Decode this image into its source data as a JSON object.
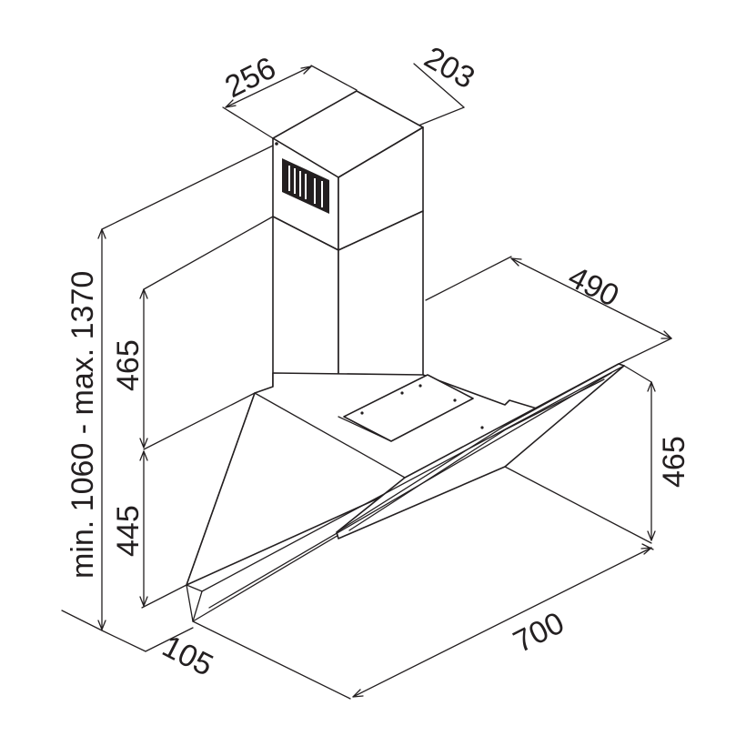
{
  "dimensions": {
    "chimney_width": "256",
    "chimney_depth": "203",
    "hood_depth": "490",
    "total_height": "min. 1060 - max. 1370",
    "chimney_height": "465",
    "hood_height_left": "445",
    "hood_height_right": "465",
    "hood_width": "700",
    "wall_offset": "105"
  },
  "colors": {
    "line": "#231f20",
    "background": "#ffffff"
  }
}
